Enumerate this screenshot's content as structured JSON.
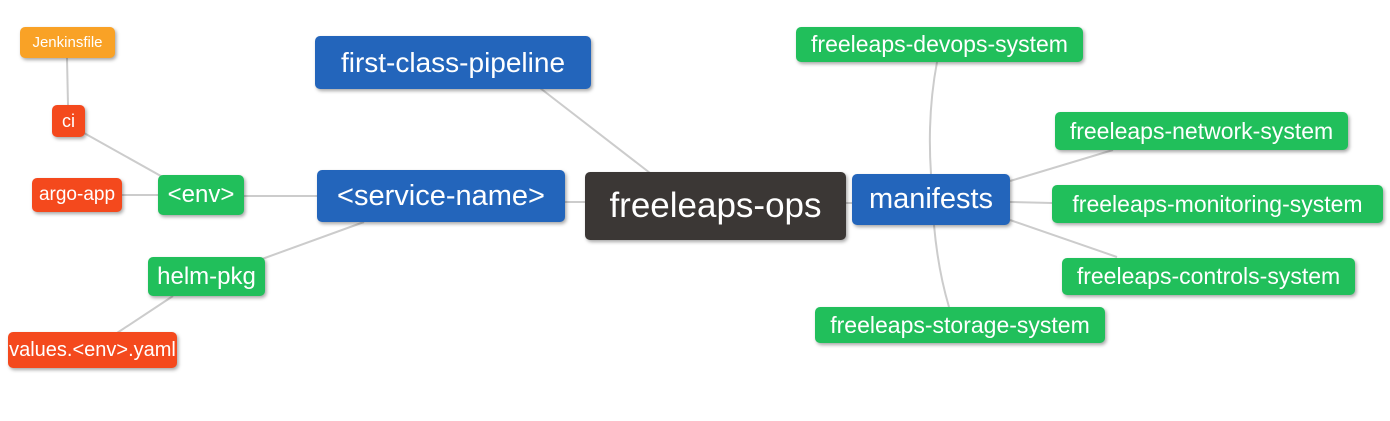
{
  "colors": {
    "root_bg": "#3b3735",
    "branch_bg": "#2365bb",
    "green_bg": "#21bf5b",
    "red_bg": "#f4491d",
    "orange_bg": "#f9a226",
    "edge": "#cccccc",
    "text": "#ffffff",
    "background": "#ffffff"
  },
  "nodes": [
    {
      "id": "jenkinsfile",
      "label": "Jenkinsfile",
      "color": "orange"
    },
    {
      "id": "ci",
      "label": "ci",
      "color": "red"
    },
    {
      "id": "argo-app",
      "label": "argo-app",
      "color": "red"
    },
    {
      "id": "env",
      "label": "<env>",
      "color": "green"
    },
    {
      "id": "helm-pkg",
      "label": "helm-pkg",
      "color": "green"
    },
    {
      "id": "values-env-yaml",
      "label": "values.<env>.yaml",
      "color": "red"
    },
    {
      "id": "first-class-pipeline",
      "label": "first-class-pipeline",
      "color": "blue"
    },
    {
      "id": "service-name",
      "label": "<service-name>",
      "color": "blue"
    },
    {
      "id": "freeleaps-ops",
      "label": "freeleaps-ops",
      "color": "dark"
    },
    {
      "id": "manifests",
      "label": "manifests",
      "color": "blue"
    },
    {
      "id": "freeleaps-devops-system",
      "label": "freeleaps-devops-system",
      "color": "green"
    },
    {
      "id": "freeleaps-network-system",
      "label": "freeleaps-network-system",
      "color": "green"
    },
    {
      "id": "freeleaps-monitoring-system",
      "label": "freeleaps-monitoring-system",
      "color": "green"
    },
    {
      "id": "freeleaps-controls-system",
      "label": "freeleaps-controls-system",
      "color": "green"
    },
    {
      "id": "freeleaps-storage-system",
      "label": "freeleaps-storage-system",
      "color": "green"
    }
  ],
  "edges": [
    {
      "from": "jenkinsfile",
      "to": "ci"
    },
    {
      "from": "ci",
      "to": "env"
    },
    {
      "from": "argo-app",
      "to": "env"
    },
    {
      "from": "env",
      "to": "service-name"
    },
    {
      "from": "helm-pkg",
      "to": "service-name"
    },
    {
      "from": "values-env-yaml",
      "to": "helm-pkg"
    },
    {
      "from": "first-class-pipeline",
      "to": "freeleaps-ops"
    },
    {
      "from": "service-name",
      "to": "freeleaps-ops"
    },
    {
      "from": "freeleaps-ops",
      "to": "manifests"
    },
    {
      "from": "manifests",
      "to": "freeleaps-devops-system"
    },
    {
      "from": "manifests",
      "to": "freeleaps-network-system"
    },
    {
      "from": "manifests",
      "to": "freeleaps-monitoring-system"
    },
    {
      "from": "manifests",
      "to": "freeleaps-controls-system"
    },
    {
      "from": "manifests",
      "to": "freeleaps-storage-system"
    }
  ]
}
